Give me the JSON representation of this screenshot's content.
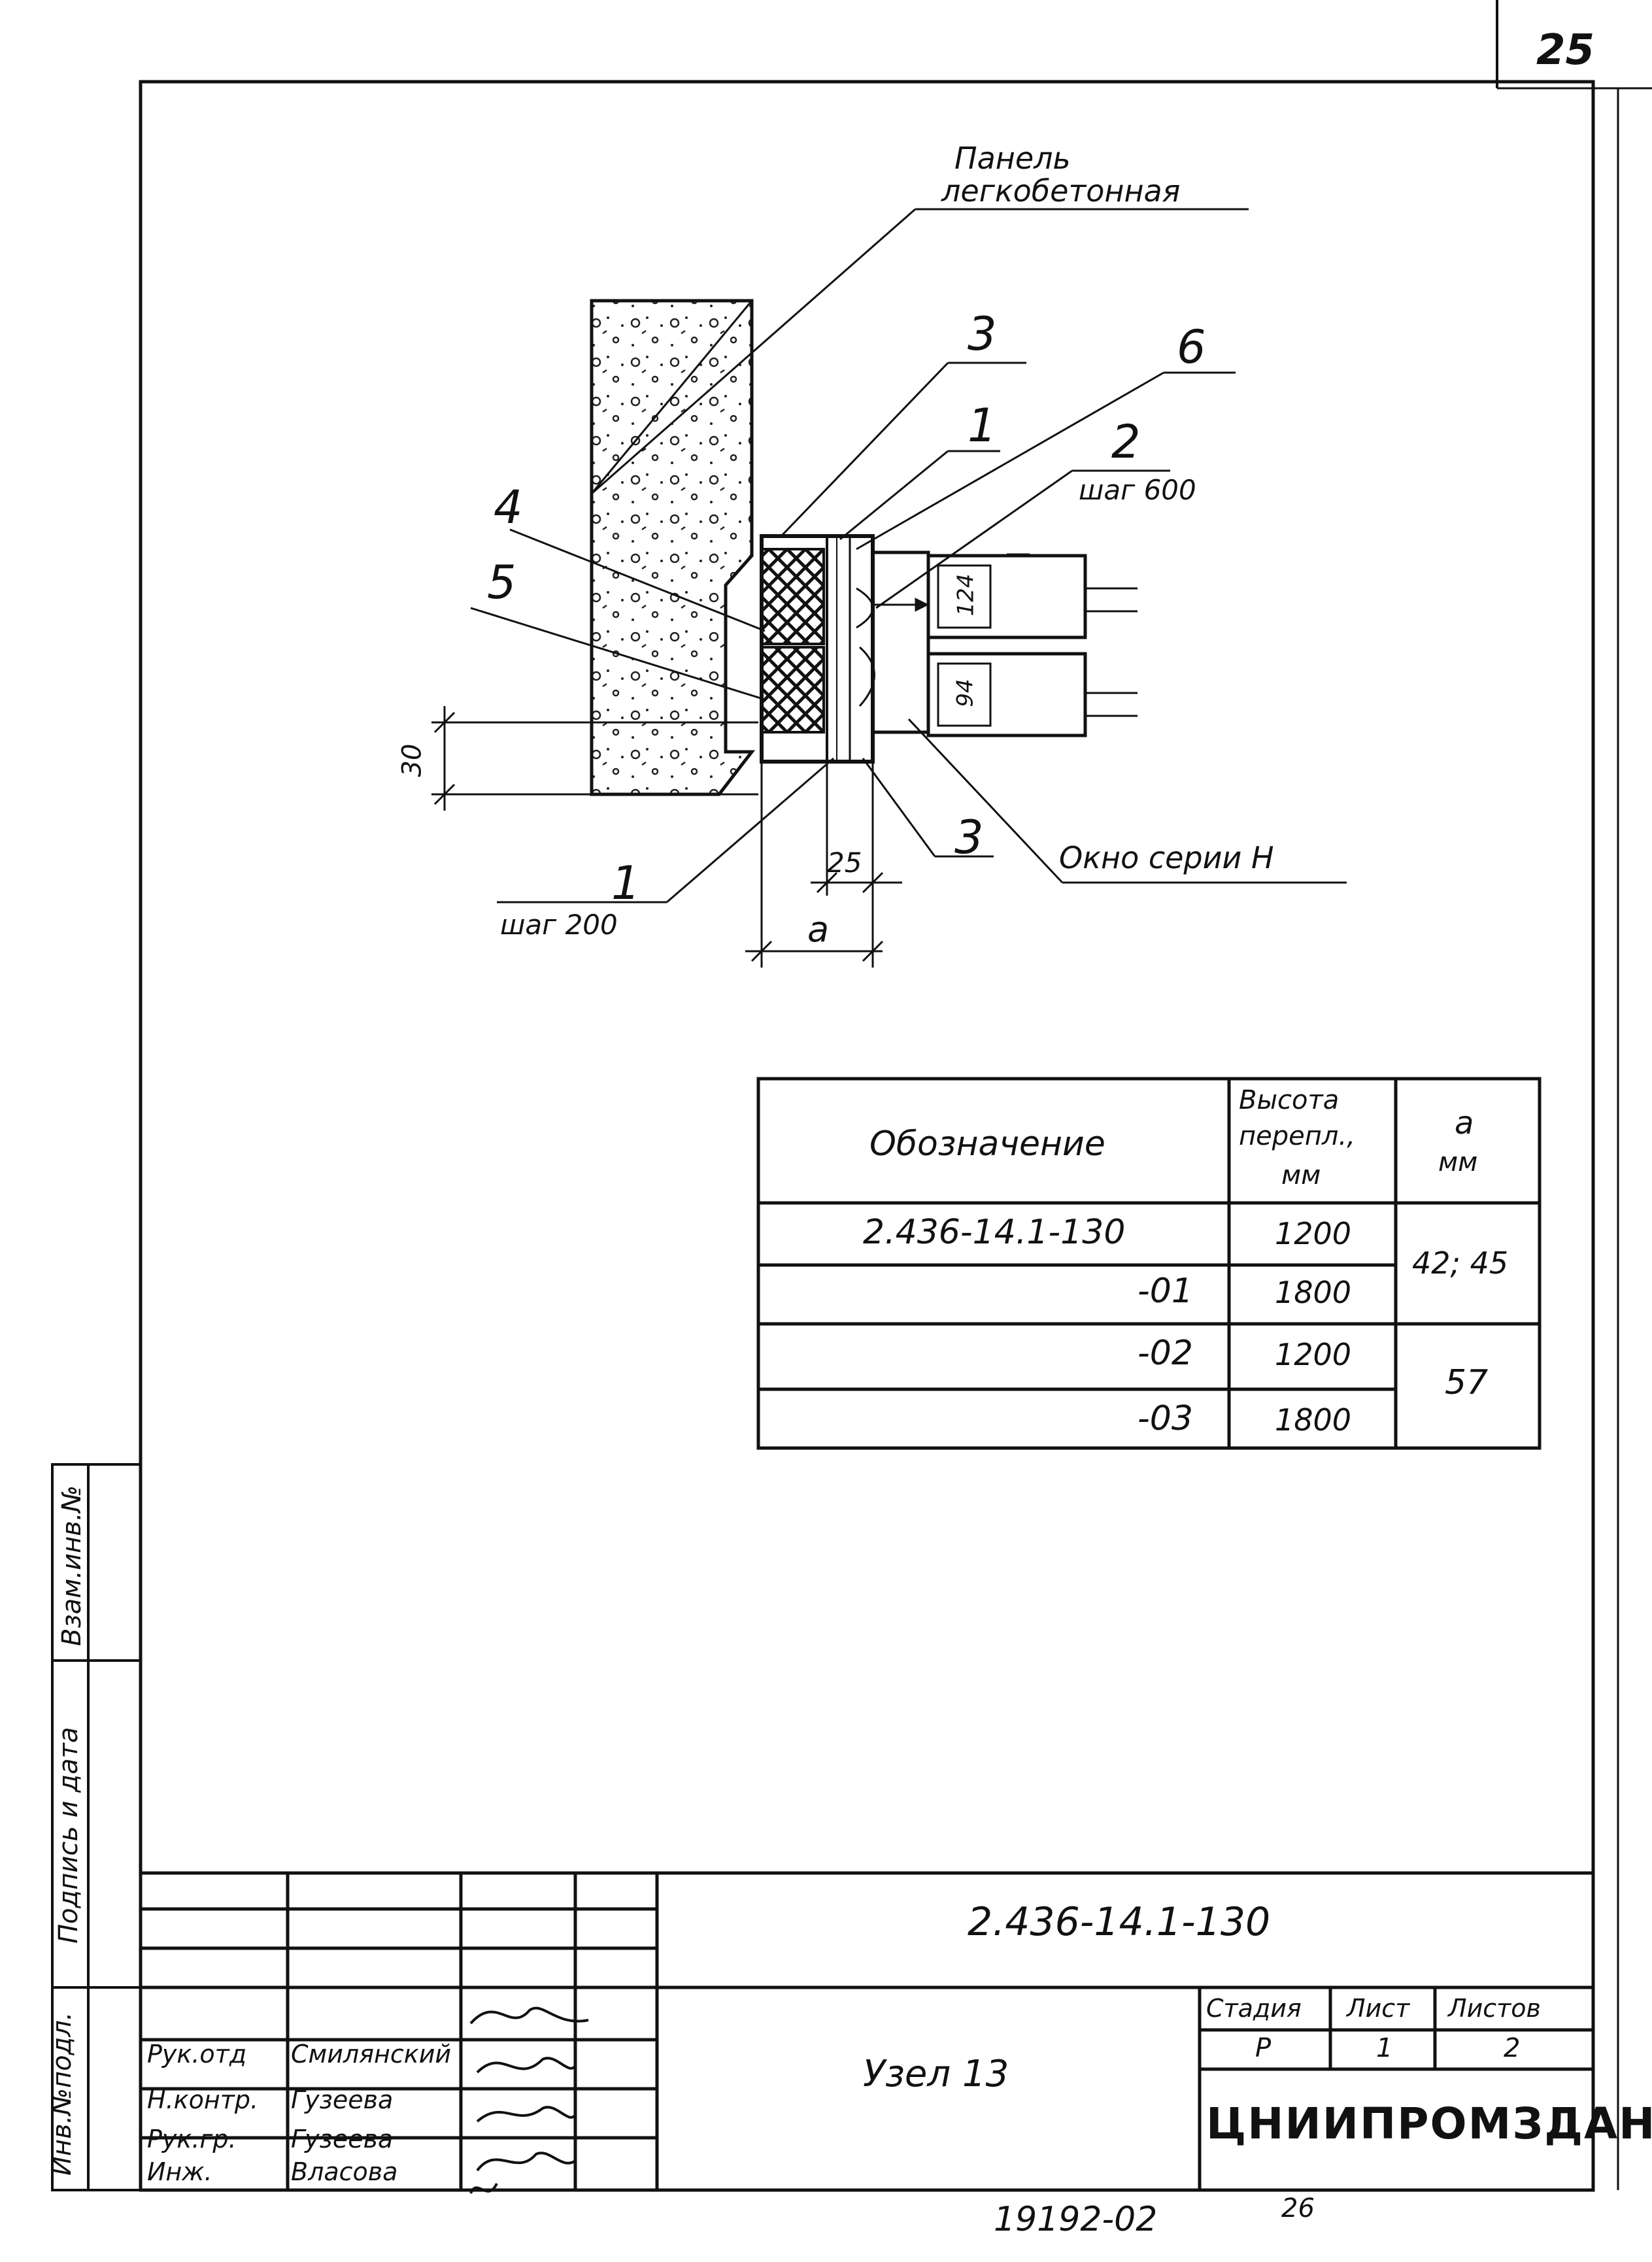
{
  "sheet_number": "25",
  "drawing": {
    "panel_label_line1": "Панель",
    "panel_label_line2": "легкобетонная",
    "callouts": {
      "c3_top": "3",
      "c6": "6",
      "c1_top": "1",
      "c2": "2",
      "c2_step": "шаг 600",
      "c4": "4",
      "c5": "5",
      "c1_bottom": "1",
      "c1_bottom_step": "шаг 200",
      "c3_bottom": "3",
      "window_label": "Окно серии Н"
    },
    "dimensions": {
      "d30": "30",
      "d25": "25",
      "da": "a",
      "d124": "124",
      "d94": "94"
    }
  },
  "spec_table": {
    "headers": {
      "designation": "Обозначение",
      "height_line1": "Высота",
      "height_line2": "перепл.,",
      "height_line3": "мм",
      "a_line1": "a",
      "a_line2": "мм"
    },
    "rows": [
      {
        "designation": "2.436-14.1-130",
        "height": "1200"
      },
      {
        "designation": "-01",
        "height": "1800"
      },
      {
        "designation": "-02",
        "height": "1200"
      },
      {
        "designation": "-03",
        "height": "1800"
      }
    ],
    "a_values": [
      "42; 45",
      "57"
    ]
  },
  "side_stamp": {
    "inv_zam": "Взам.инв.№",
    "sign_date": "Подпись и дата",
    "inv_orig": "Инв.№подл."
  },
  "title_block": {
    "document_code": "2.436-14.1-130",
    "title": "Узел 13",
    "roles": [
      "Рук.отд",
      "Н.контр.",
      "Рук.гр.",
      "Инж."
    ],
    "names": [
      "Смилянский",
      "Гузеева",
      "Гузеева",
      "Власова"
    ],
    "stage_header": "Стадия",
    "sheet_header": "Лист",
    "sheets_header": "Листов",
    "stage": "Р",
    "sheet": "1",
    "sheets": "2",
    "organization": "ЦНИИПРОМЗДАНИЙ"
  },
  "footer": {
    "archive_number": "19192-02",
    "page": "26"
  }
}
